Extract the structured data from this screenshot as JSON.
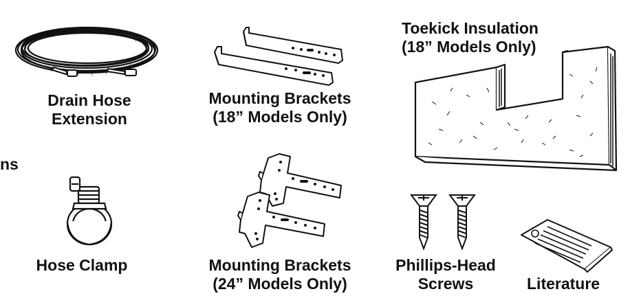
{
  "page": {
    "edge_fragment": "ns"
  },
  "parts": {
    "drain_hose": {
      "line1": "Drain Hose",
      "line2": "Extension"
    },
    "mounting_brackets_18": {
      "line1": "Mounting Brackets",
      "line2": "(18” Models Only)"
    },
    "toekick_insulation": {
      "line1": "Toekick Insulation",
      "line2": "(18” Models Only)"
    },
    "hose_clamp": {
      "line1": "Hose Clamp"
    },
    "mounting_brackets_24": {
      "line1": "Mounting Brackets",
      "line2": "(24” Models Only)"
    },
    "phillips_screws": {
      "line1": "Phillips-Head",
      "line2": "Screws"
    },
    "literature": {
      "line1": "Literature"
    }
  },
  "colors": {
    "ink": "#111111",
    "fill_light": "#f2f2f2",
    "paper": "#ffffff"
  },
  "icons": {
    "drain_hose": "coiled-hose-icon",
    "brackets_18": "straight-bracket-icon",
    "insulation": "foam-panel-icon",
    "hose_clamp": "band-clamp-icon",
    "brackets_24": "cross-bracket-icon",
    "screws": "phillips-screw-icon",
    "literature": "document-sheet-icon"
  }
}
